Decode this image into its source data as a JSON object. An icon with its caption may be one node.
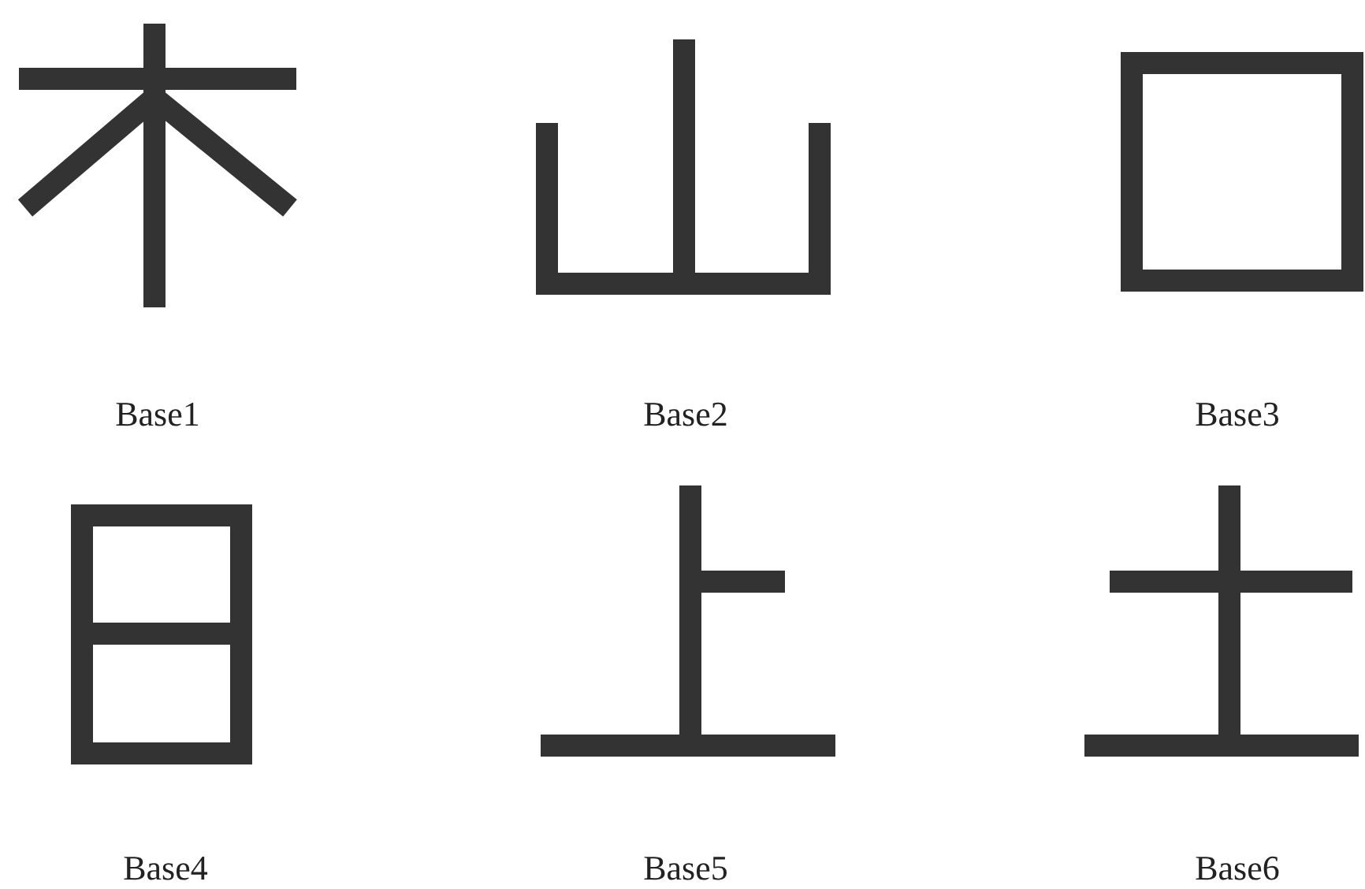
{
  "diagram": {
    "labels": [
      "Base1",
      "Base2",
      "Base3",
      "Base4",
      "Base5",
      "Base6"
    ]
  }
}
